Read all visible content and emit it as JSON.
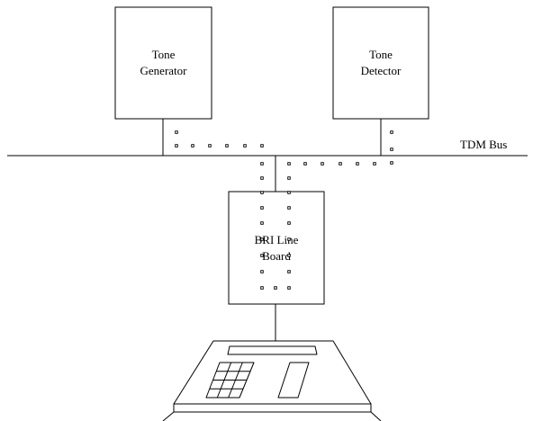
{
  "diagram": {
    "tone_generator": {
      "line1": "Tone",
      "line2": "Generator"
    },
    "tone_detector": {
      "line1": "Tone",
      "line2": "Detector"
    },
    "bus_label": "TDM Bus",
    "line_board": {
      "line1": "BRI Line",
      "line2": "Board"
    }
  }
}
